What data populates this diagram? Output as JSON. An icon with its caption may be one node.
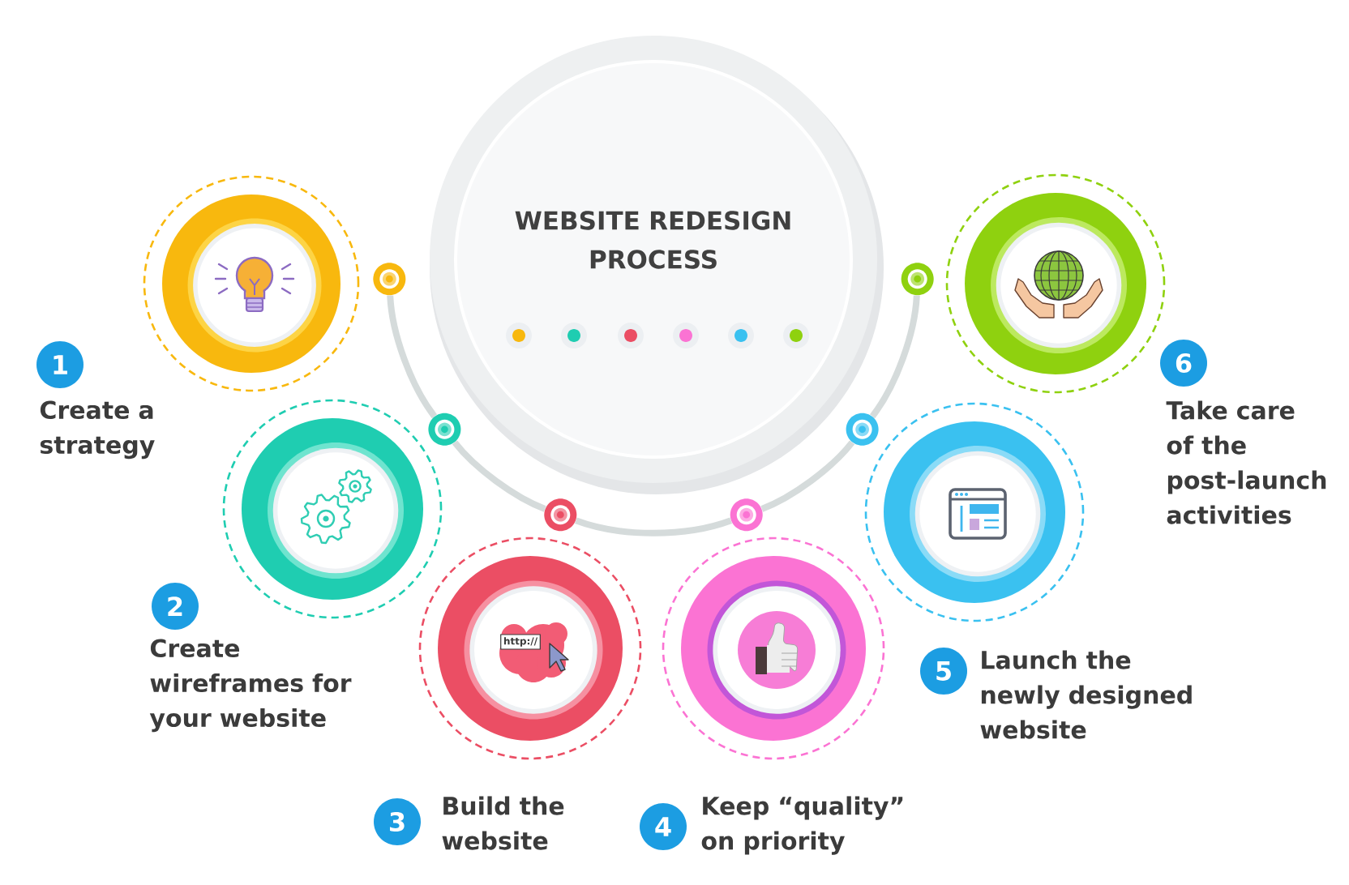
{
  "diagram": {
    "nodes": [
      {
        "text": [
          "WEBSITE REDESIGN PROCESS"
        ]
      },
      {
        "text": [],
        "shape": "circle",
        "beside": [
          "1",
          "Create a strategy"
        ]
      },
      {
        "text": [],
        "shape": "circle",
        "beside": [
          "2",
          "Create wireframes for your website"
        ]
      },
      {
        "text": [],
        "shape": "circle",
        "beside": [
          "3",
          "Build the website"
        ]
      },
      {
        "text": [],
        "shape": "circle",
        "beside": [
          "4",
          "Keep “quality” on priority"
        ]
      },
      {
        "text": [],
        "shape": "circle",
        "beside": [
          "5",
          "Launch the newly designed website"
        ]
      },
      {
        "text": [],
        "shape": "circle",
        "beside": [
          "6",
          "Take care of the post-launch activities"
        ]
      },
      {
        "text": [],
        "shape": "circle"
      },
      {
        "text": [],
        "shape": "circle"
      },
      {
        "text": [],
        "shape": "circle"
      },
      {
        "text": [],
        "shape": "circle"
      },
      {
        "text": [],
        "shape": "circle"
      },
      {
        "text": [],
        "shape": "circle"
      }
    ],
    "edges": [
      {
        "from": 7,
        "to": 8,
        "arrow": "none"
      },
      {
        "from": 8,
        "to": 9,
        "arrow": "none"
      },
      {
        "from": 9,
        "to": 10,
        "arrow": "none"
      },
      {
        "from": 10,
        "to": 11,
        "arrow": "none"
      },
      {
        "from": 11,
        "to": 12,
        "arrow": "none"
      }
    ],
    "labels": [
      "http://"
    ]
  }
}
